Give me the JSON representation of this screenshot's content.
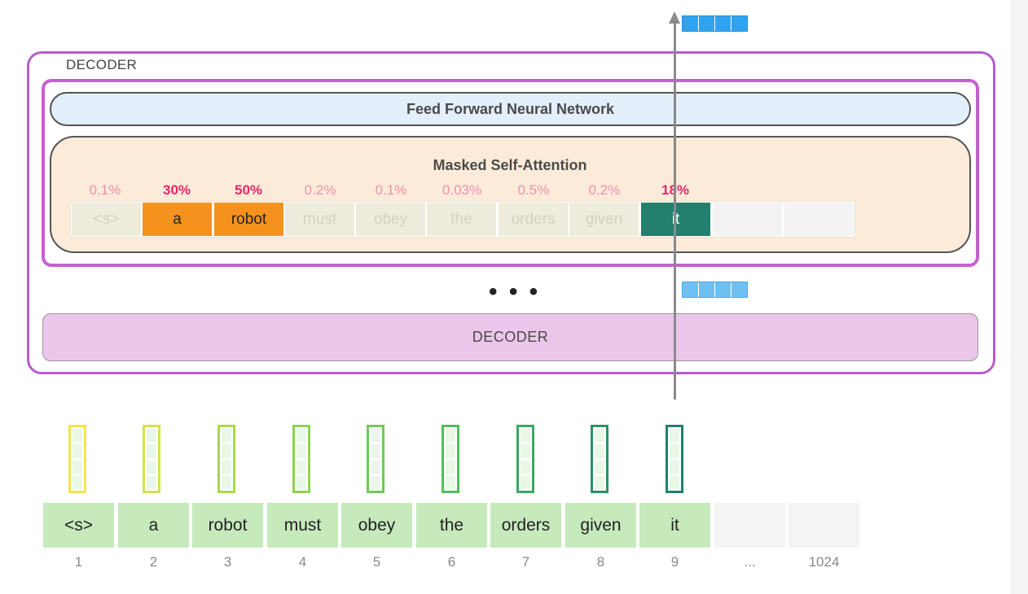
{
  "decoder_label": "DECODER",
  "ffnn_label": "Feed Forward Neural Network",
  "attention_title": "Masked Self-Attention",
  "attention": [
    {
      "pct": "0.1%",
      "token": "<s>",
      "highlight": false
    },
    {
      "pct": "30%",
      "token": "a",
      "highlight": true
    },
    {
      "pct": "50%",
      "token": "robot",
      "highlight": true
    },
    {
      "pct": "0.2%",
      "token": "must",
      "highlight": false
    },
    {
      "pct": "0.1%",
      "token": "obey",
      "highlight": false
    },
    {
      "pct": "0.03%",
      "token": "the",
      "highlight": false
    },
    {
      "pct": "0.5%",
      "token": "orders",
      "highlight": false
    },
    {
      "pct": "0.2%",
      "token": "given",
      "highlight": false
    },
    {
      "pct": "18%",
      "token": "it",
      "highlight": true
    }
  ],
  "ellipsis": "• • •",
  "lower_decoder_label": "DECODER",
  "input_tokens": [
    "<s>",
    "a",
    "robot",
    "must",
    "obey",
    "the",
    "orders",
    "given",
    "it",
    "",
    ""
  ],
  "positions": [
    "1",
    "2",
    "3",
    "4",
    "5",
    "6",
    "7",
    "8",
    "9",
    "...",
    "1024"
  ],
  "colors": {
    "outer_border": "#b65ccc",
    "attn_high_orange": "#f5921e",
    "current_token": "#23806e",
    "pct_high": "#e5266d",
    "pct_low": "#f28fb0",
    "decoder_fill": "#ebc6ea",
    "ffnn_fill": "#e3effb",
    "token_fill": "#c6eabc",
    "output_vector": "#2fa3f0",
    "mid_vector": "#6ec0f3"
  },
  "embedding_colors": [
    "#f4e54a",
    "#d3e34a",
    "#a8d94a",
    "#8cd44e",
    "#6ecb56",
    "#52bd5c",
    "#3aa862",
    "#2a9266",
    "#237f6c"
  ]
}
